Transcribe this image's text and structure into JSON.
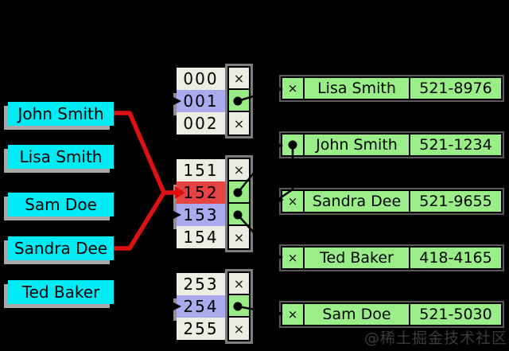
{
  "diagram_type": "hash-table-separate-chaining",
  "keys": [
    {
      "label": "John Smith"
    },
    {
      "label": "Lisa Smith"
    },
    {
      "label": "Sam Doe"
    },
    {
      "label": "Sandra Dee"
    },
    {
      "label": "Ted Baker"
    }
  ],
  "glyphs": {
    "empty_slot": "×"
  },
  "hash_table": {
    "groups": [
      {
        "rows": [
          {
            "index": "000",
            "slot": "empty"
          },
          {
            "index": "001",
            "slot": "pointer",
            "highlight": "purple",
            "points_to": "Lisa Smith"
          },
          {
            "index": "002",
            "slot": "empty"
          }
        ]
      },
      {
        "rows": [
          {
            "index": "151",
            "slot": "empty"
          },
          {
            "index": "152",
            "slot": "pointer",
            "highlight": "red",
            "points_to": "John Smith"
          },
          {
            "index": "153",
            "slot": "pointer",
            "highlight": "purple",
            "points_to": "Ted Baker"
          },
          {
            "index": "154",
            "slot": "empty"
          }
        ]
      },
      {
        "rows": [
          {
            "index": "253",
            "slot": "empty"
          },
          {
            "index": "254",
            "slot": "pointer",
            "highlight": "purple",
            "points_to": "Sam Doe"
          },
          {
            "index": "255",
            "slot": "empty"
          }
        ]
      }
    ]
  },
  "records": [
    {
      "name": "Lisa Smith",
      "phone": "521-8976",
      "next": "null"
    },
    {
      "name": "John Smith",
      "phone": "521-1234",
      "next": "Sandra Dee"
    },
    {
      "name": "Sandra Dee",
      "phone": "521-9655",
      "next": "null"
    },
    {
      "name": "Ted Baker",
      "phone": "418-4165",
      "next": "null"
    },
    {
      "name": "Sam Doe",
      "phone": "521-5030",
      "next": "null"
    }
  ],
  "collision": {
    "colliding_keys": [
      "John Smith",
      "Sandra Dee"
    ],
    "bucket": "152"
  },
  "colors": {
    "key_box": "#00ecf5",
    "record_box": "#99ee88",
    "bucket_index_bg": "#edede4",
    "bucket_empty_cell": "#e9ede2",
    "highlight_purple": "#aaaaee",
    "highlight_red": "#e64444",
    "collision_arrow": "#dd1111",
    "pointer_line": "#000000"
  },
  "watermark": "@稀土掘金技术社区"
}
